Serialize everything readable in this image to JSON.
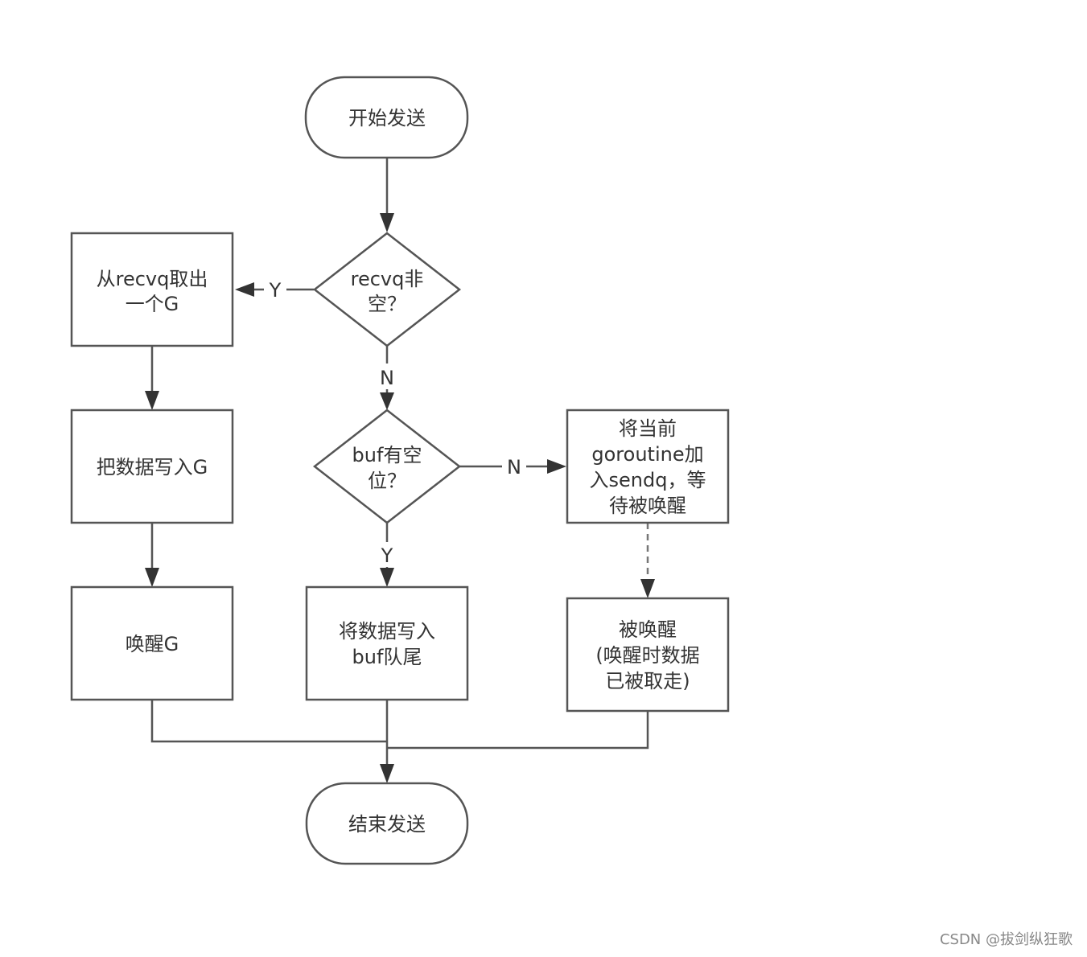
{
  "nodes": {
    "start": "开始发送",
    "recvq_check": [
      "recvq非",
      "空？"
    ],
    "take_g": [
      "从recvq取出",
      "一个G"
    ],
    "write_g": "把数据写入G",
    "wake_g": "唤醒G",
    "buf_check": [
      "buf有空",
      "位？"
    ],
    "enqueue": [
      "将当前",
      "goroutine加",
      "入sendq，等",
      "待被唤醒"
    ],
    "write_buf": [
      "将数据写入",
      "buf队尾"
    ],
    "woken": [
      "被唤醒",
      "(唤醒时数据",
      "已被取走)"
    ],
    "end": "结束发送"
  },
  "edge_labels": {
    "recvq_yes": "Y",
    "recvq_no": "N",
    "buf_no": "N",
    "buf_yes": "Y"
  },
  "watermark": "CSDN @拔剑纵狂歌"
}
